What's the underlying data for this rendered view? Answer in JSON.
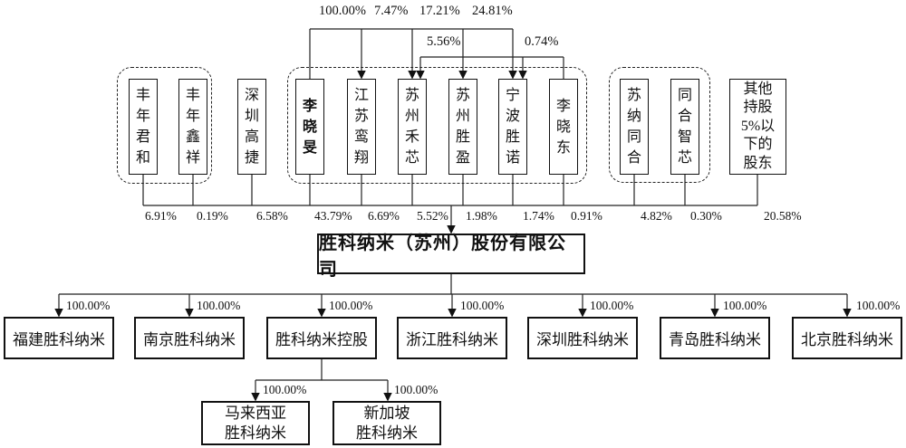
{
  "company": {
    "name": "胜科纳米（苏州）股份有限公司"
  },
  "top_ownership": {
    "links": [
      {
        "from": "李晓旻",
        "to": "江苏鸾翔",
        "pct": "100.00%"
      },
      {
        "from": "李晓旻",
        "to": "苏州禾芯",
        "pct": "7.47%"
      },
      {
        "from": "李晓旻",
        "to": "苏州胜盈",
        "pct": "17.21%"
      },
      {
        "from": "李晓旻",
        "to": "宁波胜诺",
        "pct": "24.81%"
      },
      {
        "from": "李晓东",
        "to": "苏州禾芯",
        "pct": "5.56%"
      },
      {
        "from": "李晓东",
        "to": "宁波胜诺",
        "pct": "0.74%"
      }
    ]
  },
  "shareholders": [
    {
      "name": "丰年君和",
      "pct": "6.91%"
    },
    {
      "name": "丰年鑫祥",
      "pct": "0.19%"
    },
    {
      "name": "深圳高捷",
      "pct": "6.58%"
    },
    {
      "name": "李晓旻",
      "pct": "43.79%"
    },
    {
      "name": "江苏鸾翔",
      "pct": "6.69%"
    },
    {
      "name": "苏州禾芯",
      "pct": "5.52%"
    },
    {
      "name": "苏州胜盈",
      "pct": "1.98%"
    },
    {
      "name": "宁波胜诺",
      "pct": "1.74%"
    },
    {
      "name": "李晓东",
      "pct": "0.91%"
    },
    {
      "name": "苏纳同合",
      "pct": "4.82%"
    },
    {
      "name": "同合智芯",
      "pct": "0.30%"
    },
    {
      "name": "其他持股5%以下的股东",
      "display": "其他\n持股\n5%以\n下的\n股东",
      "pct": "20.58%"
    }
  ],
  "subsidiaries": [
    {
      "name": "福建胜科纳米",
      "pct": "100.00%"
    },
    {
      "name": "南京胜科纳米",
      "pct": "100.00%"
    },
    {
      "name": "胜科纳米控股",
      "pct": "100.00%"
    },
    {
      "name": "浙江胜科纳米",
      "pct": "100.00%"
    },
    {
      "name": "深圳胜科纳米",
      "pct": "100.00%"
    },
    {
      "name": "青岛胜科纳米",
      "pct": "100.00%"
    },
    {
      "name": "北京胜科纳米",
      "pct": "100.00%"
    }
  ],
  "holding": {
    "parent": "胜科纳米控股",
    "children": [
      {
        "name": "马来西亚胜科纳米",
        "display": "马来西亚\n胜科纳米",
        "pct": "100.00%"
      },
      {
        "name": "新加坡胜科纳米",
        "display": "新加坡\n胜科纳米",
        "pct": "100.00%"
      }
    ]
  }
}
